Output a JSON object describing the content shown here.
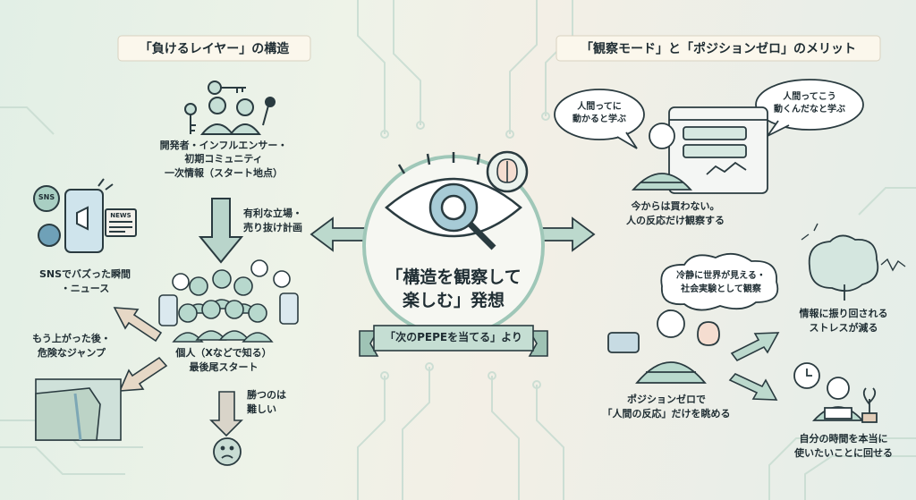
{
  "left": {
    "title": "「負けるレイヤー」の構造",
    "top_label_1": "開発者・インフルエンサー・",
    "top_label_2": "初期コミュニティ",
    "top_label_3": "一次情報（スタート地点）",
    "arrow_note_1": "有利な立場・",
    "arrow_note_2": "売り抜け計画",
    "sns_label_1": "SNSでバズった瞬間",
    "sns_label_2": "・ニュース",
    "sns_icon_text": "SNS",
    "news_icon_text": "NEWS",
    "crowd_label_1": "個人（Xなどで知る）",
    "crowd_label_2": "最後尾スタート",
    "jump_label_1": "もう上がった後・",
    "jump_label_2": "危険なジャンプ",
    "win_label_1": "勝つのは",
    "win_label_2": "難しい"
  },
  "center": {
    "title_1": "「構造を観察して",
    "title_2": "楽しむ」発想",
    "ribbon": "「次のPEPEを当てる」より"
  },
  "right": {
    "title": "「観察モード」と「ポジションゼロ」のメリット",
    "bubble_1a": "人間ってに",
    "bubble_1b": "動かると学ぶ",
    "bubble_2a": "人間ってこう",
    "bubble_2b": "動くんだなと学ぶ",
    "observe_label_1": "今からは買わない。",
    "observe_label_2": "人の反応だけ観察する",
    "cloud_1": "冷静に世界が見える・",
    "cloud_2": "社会実験として観察",
    "zero_label_1": "ポジションゼロで",
    "zero_label_2": "「人間の反応」だけを眺める",
    "benefit_1a": "情報に振り回される",
    "benefit_1b": "ストレスが減る",
    "benefit_2a": "自分の時間を本当に",
    "benefit_2b": "使いたいことに回せる"
  },
  "colors": {
    "accent": "#7fb8a8",
    "accent_dark": "#5f9a8b",
    "ink": "#2a3b40",
    "title_box": "#fbf7ec"
  }
}
